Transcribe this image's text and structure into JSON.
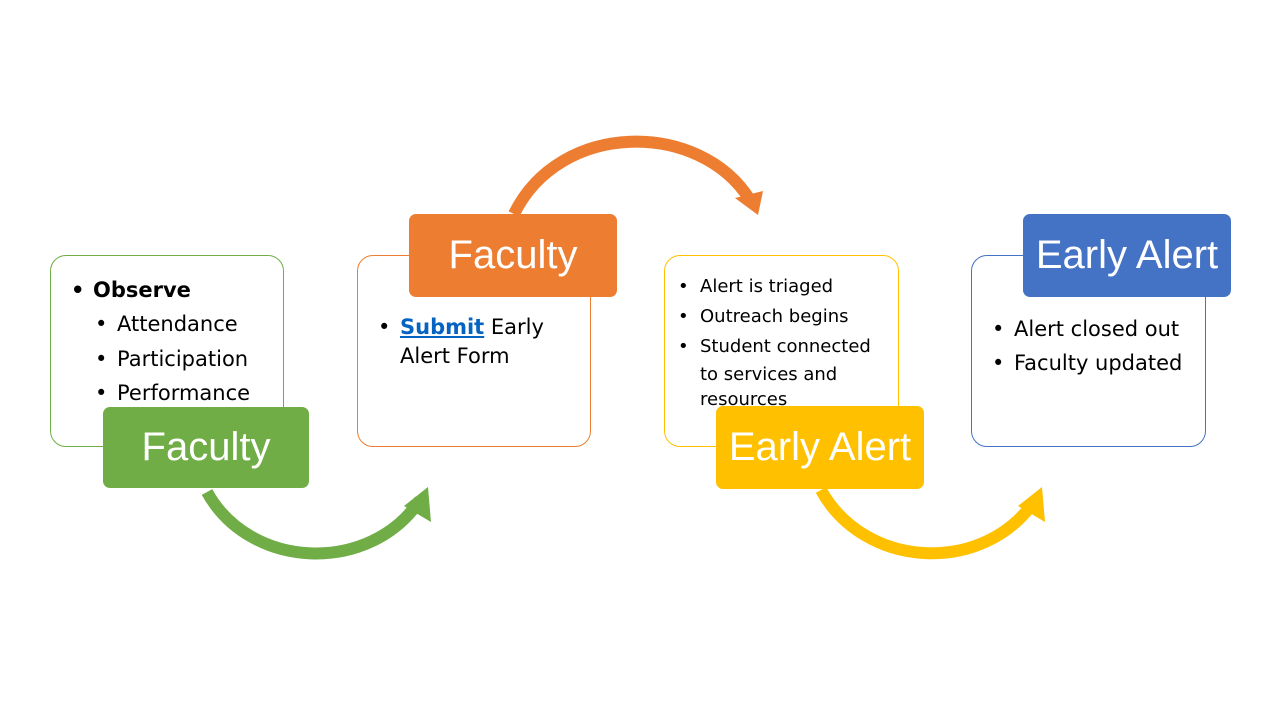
{
  "colors": {
    "green": "#70ad47",
    "orange": "#ed7d31",
    "yellow": "#ffc000",
    "blue": "#4472c4",
    "link": "#0563c1"
  },
  "steps": [
    {
      "label": "Faculty",
      "color": "#70ad47",
      "main_item": "Observe",
      "sub_items": [
        "Attendance",
        "Participation",
        "Performance"
      ]
    },
    {
      "label": "Faculty",
      "color": "#ed7d31",
      "link_text": "Submit",
      "item_rest_line1": " Early",
      "item_rest_line2": "Alert Form"
    },
    {
      "label": "Early Alert",
      "color": "#ffc000",
      "items": [
        "Alert is triaged",
        "Outreach begins",
        "Student connected",
        "to services and",
        "resources"
      ]
    },
    {
      "label": "Early Alert",
      "color": "#4472c4",
      "items": [
        "Alert closed out",
        "Faculty updated"
      ]
    }
  ]
}
